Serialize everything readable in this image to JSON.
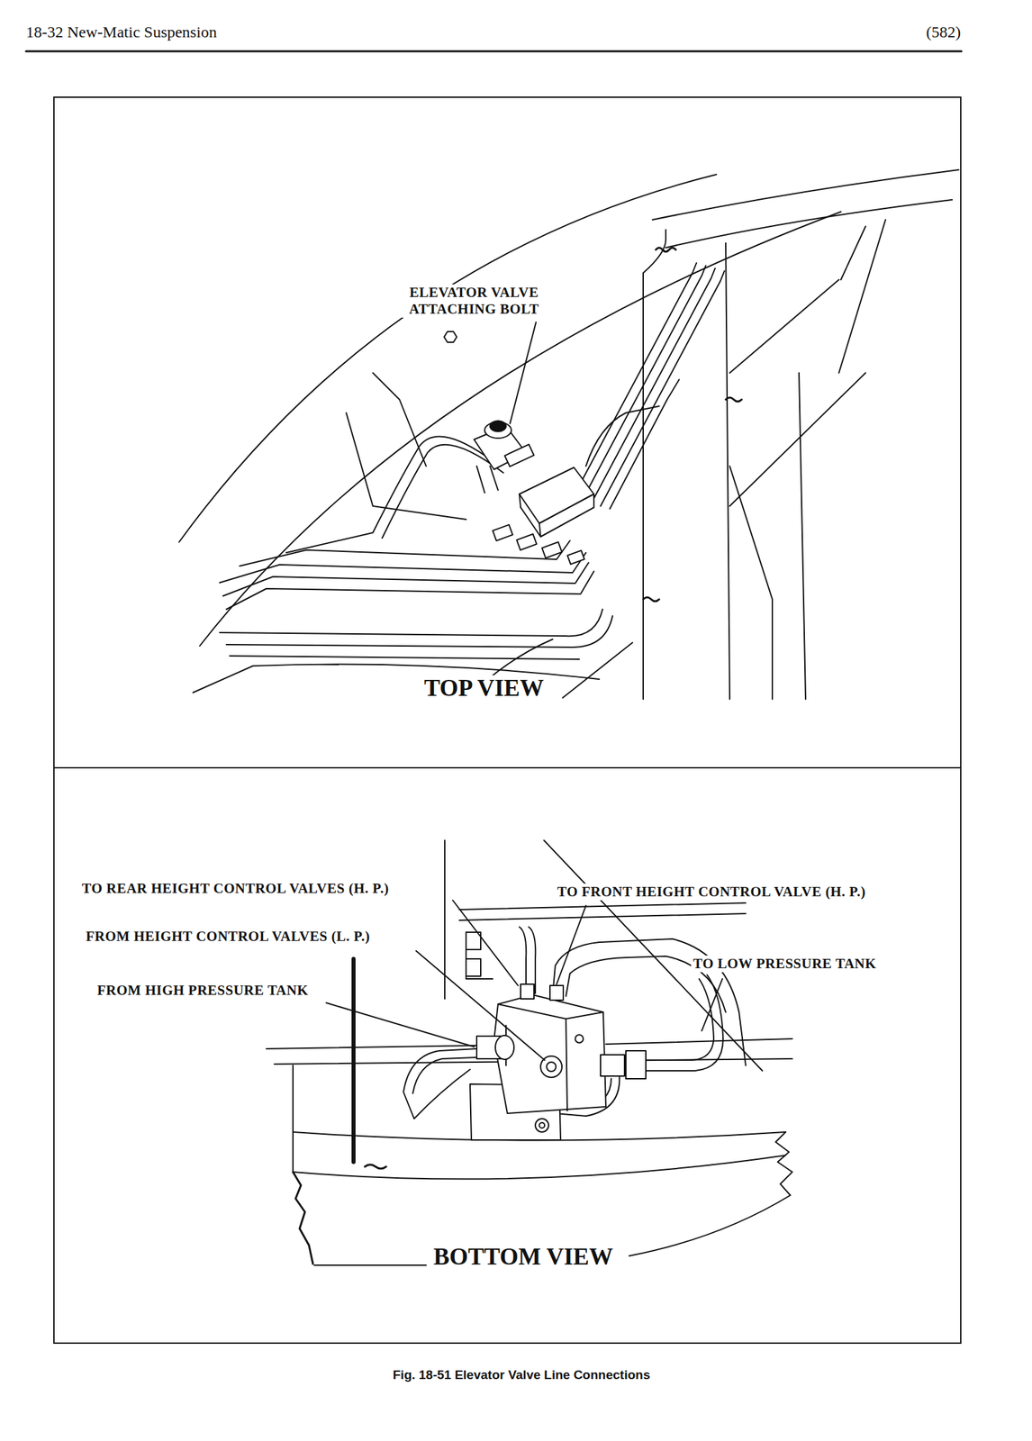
{
  "diagram": {
    "caption": "Fig. 18-51 Elevator Valve Line Connections",
    "nodes": [
      {
        "text": [
          "ELEVATOR VALVE ATTACHING BOLT",
          "TOP VIEW"
        ]
      },
      {
        "text": [
          "TO REAR HEIGHT CONTROL VALVES (H. P.)",
          "TO FRONT HEIGHT CONTROL VALVE (H. P.)",
          "FROM HEIGHT CONTROL VALVES (L. P.)",
          "TO LOW PRESSURE TANK",
          "FROM HIGH PRESSURE TANK",
          "BOTTOM VIEW"
        ]
      }
    ],
    "labels": [
      "18-32 New-Matic Suspension",
      "(582)"
    ]
  }
}
